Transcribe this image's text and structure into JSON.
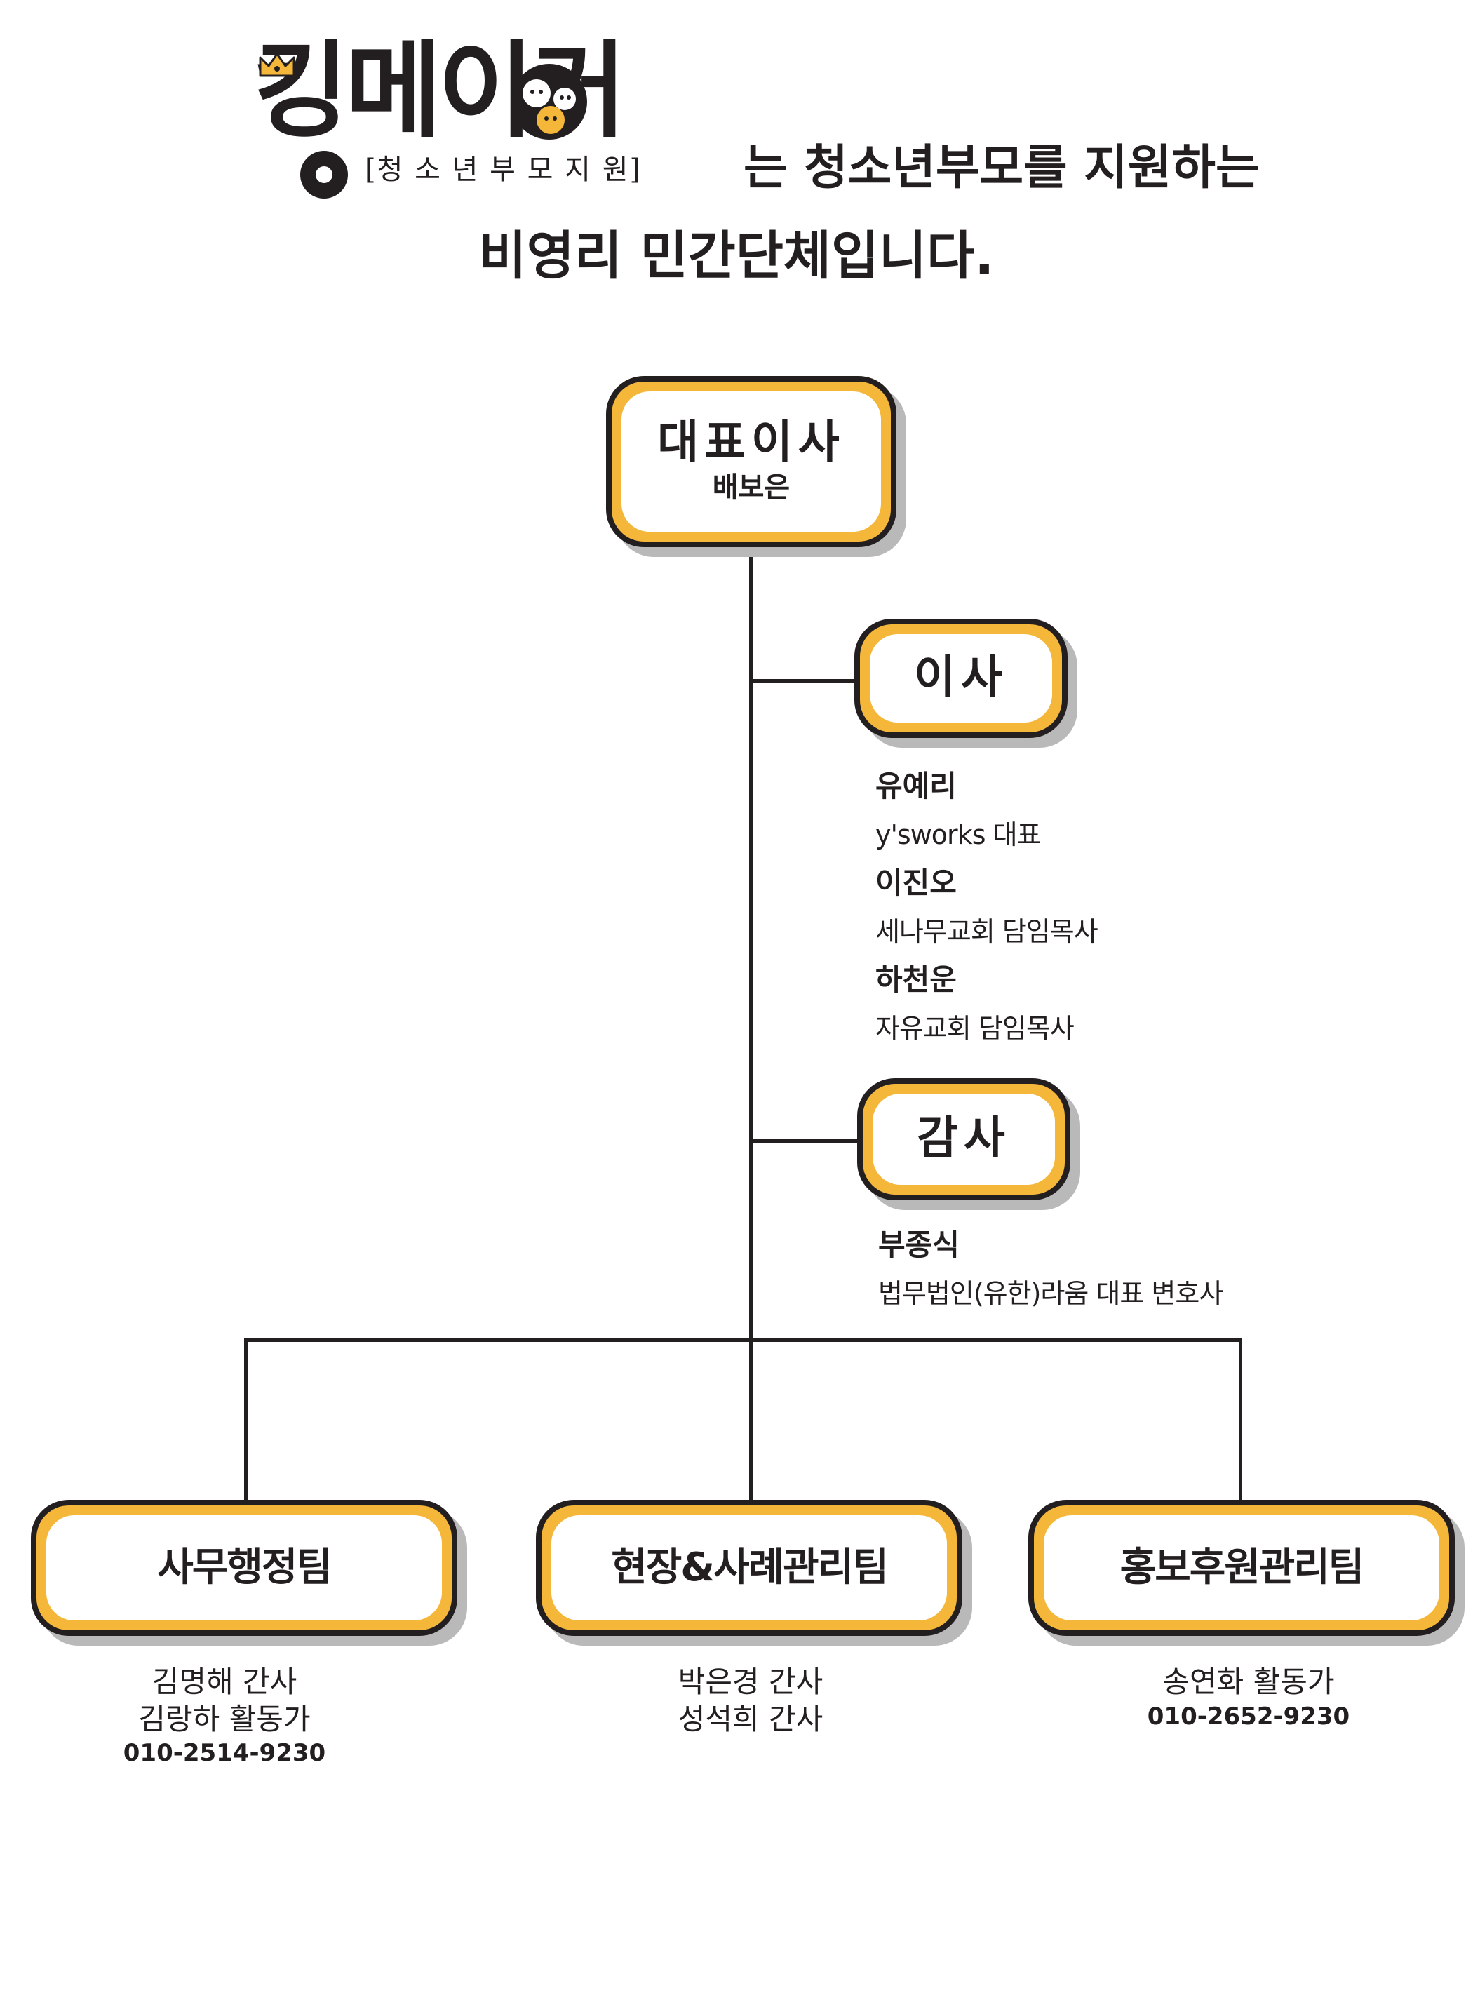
{
  "header": {
    "logo_word": "킹메이커",
    "logo_subtitle": "[청 소 년 부 모 지 원]",
    "intro_line1": "는 청소년부모를 지원하는",
    "intro_line2": "비영리 민간단체입니다."
  },
  "colors": {
    "accent": "#f4b73a",
    "ink": "#231f20",
    "shadow": "#b9b9b9",
    "background": "#ffffff"
  },
  "icons": {
    "crown": "crown-icon",
    "mascot": "mascot-icon",
    "pacifier": "pacifier-icon"
  },
  "org": {
    "ceo": {
      "title": "대표이사",
      "name": "배보은"
    },
    "directors": {
      "title": "이사",
      "members": [
        {
          "name": "유예리",
          "role": "y'sworks 대표"
        },
        {
          "name": "이진오",
          "role": "세나무교회 담임목사"
        },
        {
          "name": "하천운",
          "role": "자유교회 담임목사"
        }
      ]
    },
    "auditor": {
      "title": "감사",
      "members": [
        {
          "name": "부종식",
          "role": "법무법인(유한)라움 대표 변호사"
        }
      ]
    },
    "teams": [
      {
        "title": "사무행정팀",
        "lines": [
          "김명해 간사",
          "김랑하 활동가"
        ],
        "phone": "010-2514-9230"
      },
      {
        "title": "현장&사례관리팀",
        "lines": [
          "박은경 간사",
          "성석희 간사"
        ],
        "phone": ""
      },
      {
        "title": "홍보후원관리팀",
        "lines": [
          "송연화 활동가"
        ],
        "phone": "010-2652-9230"
      }
    ]
  }
}
